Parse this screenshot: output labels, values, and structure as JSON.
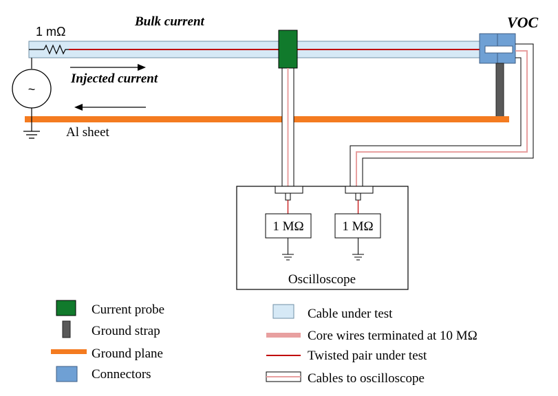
{
  "labels": {
    "resistor_top": "1 mΩ",
    "bulk_current": "Bulk current",
    "voc": "VOC",
    "injected_current": "Injected current",
    "al_sheet": "Al sheet",
    "source_symbol": "~",
    "osc_res_1": "1 MΩ",
    "osc_res_2": "1 MΩ",
    "oscilloscope": "Oscilloscope"
  },
  "legend": {
    "left": [
      {
        "label": "Current probe"
      },
      {
        "label": "Ground strap"
      },
      {
        "label": "Ground plane"
      },
      {
        "label": "Connectors"
      }
    ],
    "right": [
      {
        "label": "Cable under test"
      },
      {
        "label": "Core wires terminated at 10 MΩ"
      },
      {
        "label": "Twisted pair under test"
      },
      {
        "label": "Cables to oscilloscope"
      }
    ]
  },
  "colors": {
    "cable": "#d6e9f6",
    "cable_stroke": "#6f8fa6",
    "twisted_pair": "#c00000",
    "core_wire": "#e8a0a0",
    "current_probe": "#117a2c",
    "ground_strap": "#595959",
    "ground_plane": "#f47b20",
    "connector": "#6fa0d4",
    "line": "#000000"
  }
}
